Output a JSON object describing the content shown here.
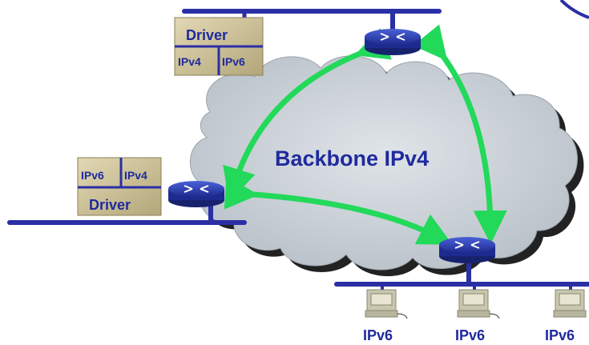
{
  "diagram": {
    "cloud": {
      "label": "Backbone IPv4",
      "color": "#c8cfd6"
    },
    "colors": {
      "network_line": "#2a2fa5",
      "arrow": "#22d95a",
      "router": "#2a3cb0",
      "stack_box": "#c9bf96",
      "host": "#c8c6ae"
    },
    "top_stack": {
      "top_label": "Driver",
      "left_label": "IPv4",
      "right_label": "IPv6"
    },
    "left_stack": {
      "left_label": "IPv6",
      "right_label": "IPv4",
      "bottom_label": "Driver"
    },
    "hosts": [
      {
        "label": "IPv6"
      },
      {
        "label": "IPv6"
      },
      {
        "label": "IPv6"
      }
    ]
  }
}
